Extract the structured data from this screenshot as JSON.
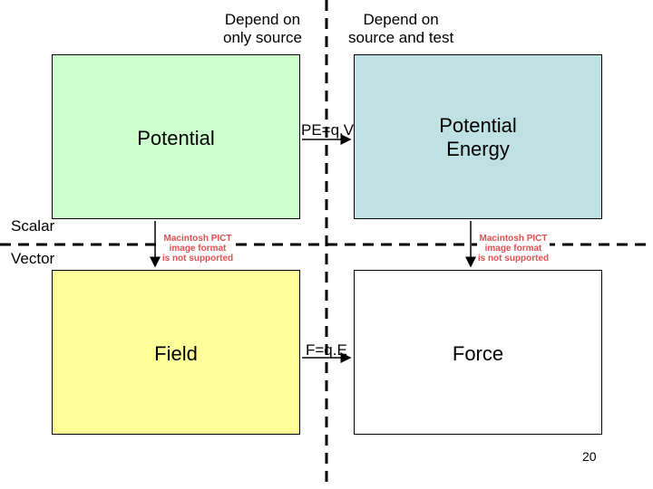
{
  "headers": {
    "left": "Depend on\nonly source",
    "right": "Depend on\nsource and test"
  },
  "axis_labels": {
    "scalar": "Scalar",
    "vector": "Vector"
  },
  "boxes": {
    "potential": {
      "label": "Potential",
      "fill": "#ccffcc"
    },
    "potential_energy": {
      "label": "Potential\nEnergy",
      "fill": "#bfe1e3"
    },
    "field": {
      "label": "Field",
      "fill": "#ffff99"
    },
    "force": {
      "label": "Force",
      "fill": "#ffffff"
    }
  },
  "arrows": {
    "pe": "PE=q.V",
    "f": "F=q.E"
  },
  "pict_placeholder": "Macintosh PICT\nimage format\nis not supported",
  "page_number": "20"
}
